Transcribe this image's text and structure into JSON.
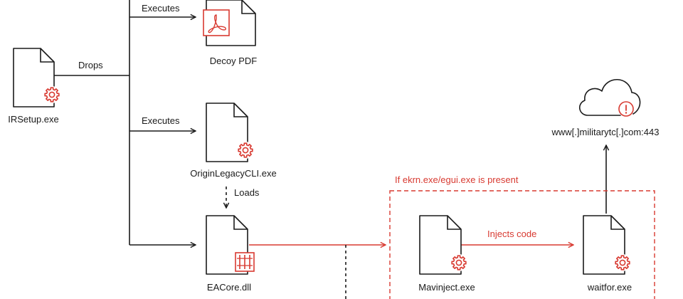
{
  "colors": {
    "ink": "#1a1a1a",
    "accent": "#d83a31",
    "background": "#ffffff"
  },
  "nodes": {
    "irsetup": {
      "label": "IRSetup.exe",
      "icon": "gear-icon"
    },
    "decoy": {
      "label": "Decoy PDF",
      "icon": "pdf-icon"
    },
    "origin": {
      "label": "OriginLegacyCLI.exe",
      "icon": "gear-icon"
    },
    "eacore": {
      "label": "EACore.dll",
      "icon": "dll-icon"
    },
    "mavinject": {
      "label": "Mavinject.exe",
      "icon": "gear-icon"
    },
    "waitfor": {
      "label": "waitfor.exe",
      "icon": "gear-icon"
    },
    "c2": {
      "label": "www[.]militarytc[.]com:443",
      "icon": "cloud-alert-icon"
    }
  },
  "edges": {
    "drops": "Drops",
    "executes_decoy": "Executes",
    "executes_origin": "Executes",
    "loads": "Loads",
    "injects": "Injects code"
  },
  "condition_box": {
    "label": "If ekrn.exe/egui.exe is present"
  }
}
